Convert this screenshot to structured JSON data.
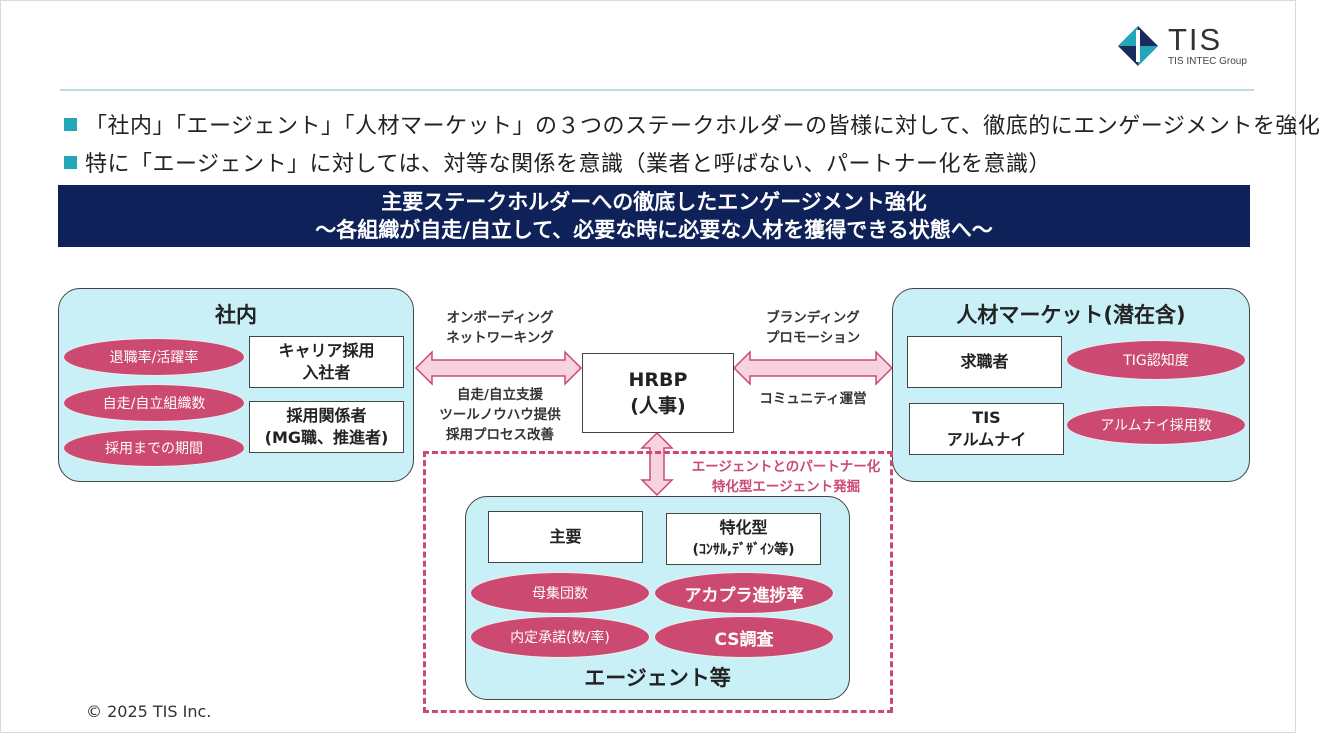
{
  "logo": {
    "name": "TIS",
    "group": "TIS INTEC Group"
  },
  "bullets": [
    "「社内」「エージェント」「人材マーケット」の３つのステークホルダーの皆様に対して、徹底的にエンゲージメントを強化",
    "特に「エージェント」に対しては、対等な関係を意識（業者と呼ばない、パートナー化を意識）"
  ],
  "banner": {
    "line1": "主要ステークホルダーへの徹底したエンゲージメント強化",
    "line2": "～各組織が自走/自立して、必要な時に必要な人材を獲得できる状態へ～"
  },
  "internal": {
    "title": "社内",
    "pills": [
      "退職率/活躍率",
      "自走/自立組織数",
      "採用までの期間"
    ],
    "boxes": [
      {
        "line1": "キャリア採用",
        "line2": "入社者"
      },
      {
        "line1": "採用関係者",
        "line2": "(MG職、推進者)"
      }
    ]
  },
  "market": {
    "title": "人材マーケット(潜在含)",
    "boxes": [
      {
        "line1": "求職者",
        "line2": ""
      },
      {
        "line1": "TIS",
        "line2": "アルムナイ"
      }
    ],
    "pills": [
      "TIG認知度",
      "アルムナイ採用数"
    ]
  },
  "center": {
    "line1": "HRBP",
    "line2": "(人事)"
  },
  "left_labels": {
    "top": [
      "オンボーディング",
      "ネットワーキング"
    ],
    "bottom": [
      "自走/自立支援",
      "ツールノウハウ提供",
      "採用プロセス改善"
    ]
  },
  "right_labels": {
    "top": [
      "ブランディング",
      "プロモーション"
    ],
    "bottom": [
      "コミュニティ運営"
    ]
  },
  "partner_labels": [
    "エージェントとのパートナー化",
    "特化型エージェント発掘"
  ],
  "agent": {
    "title": "エージェント等",
    "boxes": [
      {
        "line1": "主要",
        "line2": ""
      },
      {
        "line1": "特化型",
        "line2": "(ｺﾝｻﾙ,ﾃﾞｻﾞｲﾝ等)"
      }
    ],
    "pills": [
      "母集団数",
      "アカプラ進捗率",
      "内定承諾(数/率)",
      "CS調査"
    ]
  },
  "footer": "© 2025 TIS Inc.",
  "colors": {
    "navy": "#0f2159",
    "panel": "#c9f0f7",
    "pink": "#cc4972",
    "teal": "#21a7b8",
    "arrow": "#f7d3dd"
  }
}
